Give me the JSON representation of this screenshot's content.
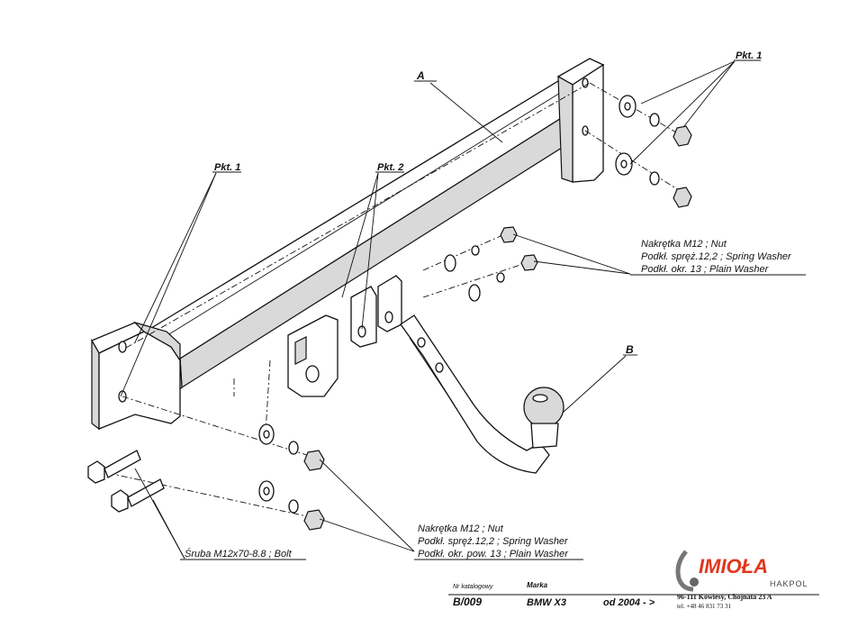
{
  "callouts": {
    "a": "A",
    "b": "B",
    "pkt1_top": "Pkt. 1",
    "pkt1_left": "Pkt. 1",
    "pkt2": "Pkt. 2"
  },
  "legend_right": {
    "nut": "Nakrętka  M12 ; Nut",
    "spring_washer": "Podkł. spręż.12,2 ; Spring Washer",
    "plain_washer": "Podkł. okr. 13 ; Plain Washer"
  },
  "legend_bottom": {
    "nut": "Nakrętka  M12 ; Nut",
    "spring_washer": "Podkł. spręż.12,2 ; Spring Washer",
    "plain_washer": "Podkł. okr. pow. 13 ; Plain Washer"
  },
  "bolt_label": "Śruba M12x70-8.8 ;  Bolt",
  "footer": {
    "catalog_label": "Nr katalogowy",
    "catalog_number": "B/009",
    "make_label": "Marka",
    "make_value": "BMW  X3",
    "from_value": "od  2004 - >"
  },
  "brand": {
    "logo_text": "IMIOŁA",
    "sub_text": "HAKPOL",
    "address": "96-111 Kowiesy, Chojnata 23 A",
    "phone": "tel. +48 46 831 73 31",
    "logo_color": "#e0371e"
  }
}
